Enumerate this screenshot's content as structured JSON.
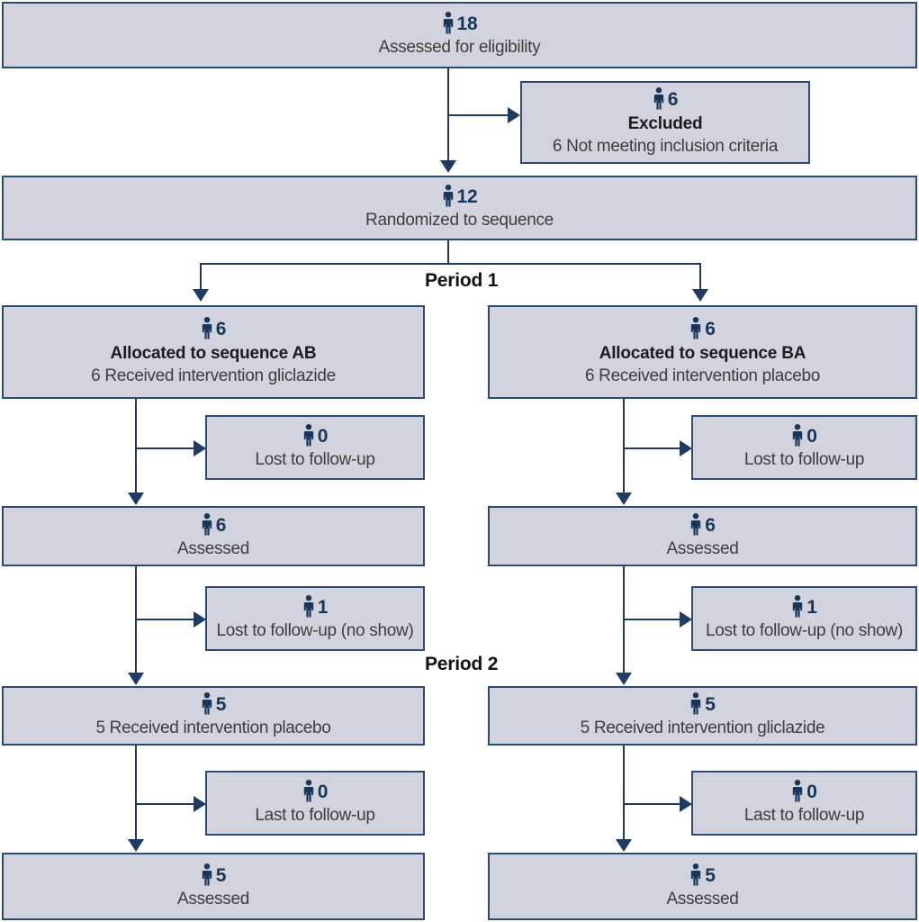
{
  "diagram": {
    "title": "CONSORT flow diagram of a 2x2 crossover trial",
    "icon_name": "person-icon",
    "colors": {
      "box_fill": "#d3d3de",
      "box_border": "#2c4a75",
      "connector": "#1f3a63",
      "count_text": "#17365c",
      "label_text": "#3d3d3d",
      "background": "#ffffff"
    }
  },
  "nodes": {
    "assessed": {
      "count": "18",
      "label": "Assessed for eligibility"
    },
    "excluded": {
      "count": "6",
      "bold_label": "Excluded",
      "label": "6 Not meeting inclusion criteria"
    },
    "randomized": {
      "count": "12",
      "label": "Randomized to sequence"
    },
    "left": {
      "allocated": {
        "count": "6",
        "bold_label": "Allocated to sequence AB",
        "label": "6 Received intervention gliclazide"
      },
      "lost1": {
        "count": "0",
        "label": "Lost to follow-up"
      },
      "assessed1": {
        "count": "6",
        "label": "Assessed"
      },
      "lost2": {
        "count": "1",
        "label": "Lost to follow-up (no show)"
      },
      "period2": {
        "count": "5",
        "label": "5 Received intervention placebo"
      },
      "lost3": {
        "count": "0",
        "label": "Last to follow-up"
      },
      "assessed2": {
        "count": "5",
        "label": "Assessed"
      }
    },
    "right": {
      "allocated": {
        "count": "6",
        "bold_label": "Allocated to sequence BA",
        "label": "6 Received intervention placebo"
      },
      "lost1": {
        "count": "0",
        "label": "Lost to follow-up"
      },
      "assessed1": {
        "count": "6",
        "label": "Assessed"
      },
      "lost2": {
        "count": "1",
        "label": "Lost to follow-up (no show)"
      },
      "period2": {
        "count": "5",
        "label": "5 Received intervention gliclazide"
      },
      "lost3": {
        "count": "0",
        "label": "Last to follow-up"
      },
      "assessed2": {
        "count": "5",
        "label": "Assessed"
      }
    }
  },
  "period_labels": {
    "period1": "Period 1",
    "period2": "Period 2"
  },
  "chart_data": {
    "type": "diagram",
    "title": "CONSORT flow diagram",
    "stages": [
      {
        "stage": "Assessed for eligibility",
        "n": 18
      },
      {
        "stage": "Excluded - Not meeting inclusion criteria",
        "n": 6
      },
      {
        "stage": "Randomized to sequence",
        "n": 12
      },
      {
        "stage": "Allocated to sequence AB - Received intervention gliclazide",
        "n": 6,
        "arm": "AB",
        "period": 1
      },
      {
        "stage": "Lost to follow-up",
        "n": 0,
        "arm": "AB",
        "period": 1
      },
      {
        "stage": "Assessed",
        "n": 6,
        "arm": "AB",
        "period": 1
      },
      {
        "stage": "Lost to follow-up (no show)",
        "n": 1,
        "arm": "AB",
        "period": 1
      },
      {
        "stage": "Received intervention placebo",
        "n": 5,
        "arm": "AB",
        "period": 2
      },
      {
        "stage": "Last to follow-up",
        "n": 0,
        "arm": "AB",
        "period": 2
      },
      {
        "stage": "Assessed",
        "n": 5,
        "arm": "AB",
        "period": 2
      },
      {
        "stage": "Allocated to sequence BA - Received intervention placebo",
        "n": 6,
        "arm": "BA",
        "period": 1
      },
      {
        "stage": "Lost to follow-up",
        "n": 0,
        "arm": "BA",
        "period": 1
      },
      {
        "stage": "Assessed",
        "n": 6,
        "arm": "BA",
        "period": 1
      },
      {
        "stage": "Lost to follow-up (no show)",
        "n": 1,
        "arm": "BA",
        "period": 1
      },
      {
        "stage": "Received intervention gliclazide",
        "n": 5,
        "arm": "BA",
        "period": 2
      },
      {
        "stage": "Last to follow-up",
        "n": 0,
        "arm": "BA",
        "period": 2
      },
      {
        "stage": "Assessed",
        "n": 5,
        "arm": "BA",
        "period": 2
      }
    ]
  }
}
